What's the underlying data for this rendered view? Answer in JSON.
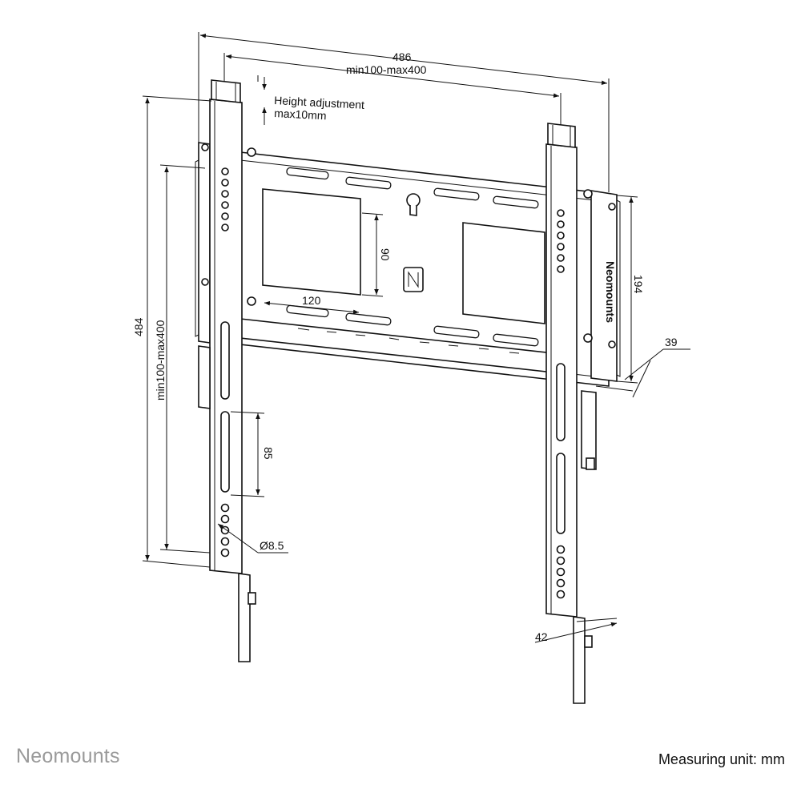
{
  "dimensions": {
    "overall_width": "486",
    "hole_pattern_width": "min100-max400",
    "height_adjustment_line1": "Height adjustment",
    "height_adjustment_line2": "max10mm",
    "overall_height": "484",
    "hole_pattern_height": "min100-max400",
    "plate_height": "194",
    "wall_distance": "39",
    "slot_spacing_vertical": "90",
    "slot_spacing_horizontal": "120",
    "arm_slot_length": "85",
    "hole_diameter": "Ø8.5",
    "arm_depth": "42"
  },
  "plate_brand": "Neomounts",
  "footer": {
    "brand": "Neomounts",
    "measuring_unit": "Measuring unit: mm"
  }
}
